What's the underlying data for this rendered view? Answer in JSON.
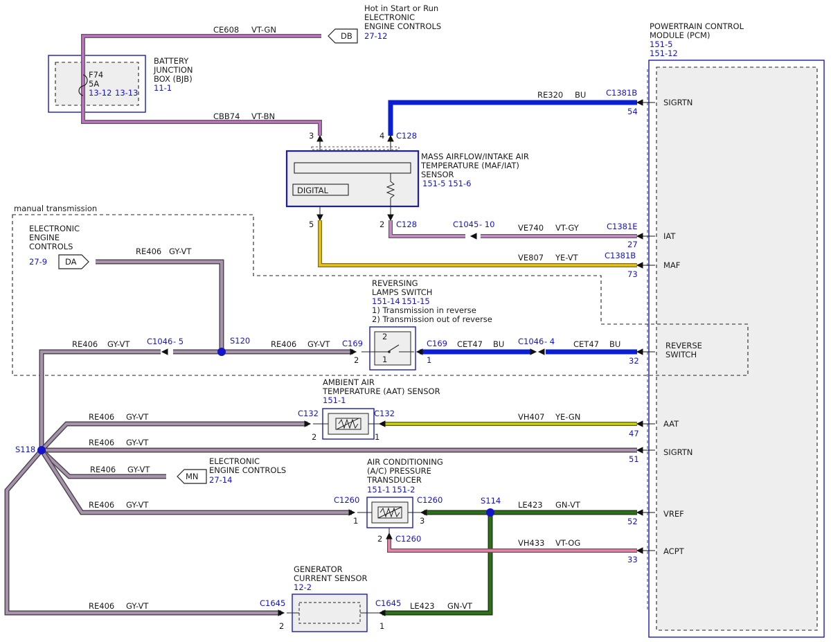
{
  "colors": {
    "label_blue": "#1414c8",
    "wire_VT-GN": "#c070c0",
    "wire_VT-BN": "#c070c0",
    "wire_BU": "#0a1fd4",
    "wire_VT-GY": "#c98cc9",
    "wire_YE-VT": "#e7c21a",
    "wire_GY-VT": "#8e7a96",
    "wire_YE-GN": "#c9d20a",
    "wire_GN-VT": "#2f6e1c",
    "wire_VT-OG": "#e884a8",
    "module_border": "#1b1bb5"
  },
  "top_note": {
    "line1": "Hot in Start or Run",
    "line2": "ELECTRONIC",
    "line3": "ENGINE CONTROLS",
    "ref": "27-12"
  },
  "pcm": {
    "line1": "POWERTRAIN CONTROL",
    "line2": "MODULE (PCM)",
    "ref1": "151-5",
    "ref2": "151-12",
    "pins": {
      "sigrtn1": "SIGRTN",
      "iat": "IAT",
      "maf": "MAF",
      "reverse1": "REVERSE",
      "reverse2": "SWITCH",
      "aat": "AAT",
      "sigrtn2": "SIGRTN",
      "vref": "VREF",
      "acpt": "ACPT"
    }
  },
  "bjb": {
    "line1": "BATTERY",
    "line2": "JUNCTION",
    "line3": "BOX (BJB)",
    "ref": "11-1",
    "fuse": "F74",
    "amps": "5A",
    "ref_a": "13-12",
    "ref_b": "13-13"
  },
  "maf": {
    "line1": "MASS AIRFLOW/INTAKE AIR",
    "line2": "TEMPERATURE (MAF/IAT)",
    "line3": "SENSOR",
    "ref_a": "151-5",
    "ref_b": "151-6",
    "digital": "DIGITAL",
    "pin3": "3",
    "pin4": "4",
    "pin5": "5",
    "pin2": "2",
    "c128_top": "C128",
    "c128_bottom": "C128"
  },
  "manual_transmission": "manual transmission",
  "eec_da": {
    "line1": "ELECTRONIC",
    "line2": "ENGINE",
    "line3": "CONTROLS",
    "ref": "27-9",
    "tag": "DA"
  },
  "db_tag": "DB",
  "mn_tag": "MN",
  "eec_mn": {
    "line1": "ELECTRONIC",
    "line2": "ENGINE CONTROLS",
    "ref": "27-14"
  },
  "reversing": {
    "line1": "REVERSING",
    "line2": "LAMPS SWITCH",
    "ref_a": "151-14",
    "ref_b": "151-15",
    "note1": "1) Transmission in reverse",
    "note2": "2) Transmission out of reverse",
    "sw1": "1",
    "sw2": "2"
  },
  "aat": {
    "line1": "AMBIENT AIR",
    "line2": "TEMPERATURE (AAT) SENSOR",
    "ref": "151-1"
  },
  "ac": {
    "line1": "AIR CONDITIONING",
    "line2": "(A/C) PRESSURE",
    "line3": "TRANSDUCER",
    "ref_a": "151-1",
    "ref_b": "151-2"
  },
  "generator": {
    "line1": "GENERATOR",
    "line2": "CURRENT SENSOR",
    "ref": "12-2"
  },
  "splices": {
    "s120": "S120",
    "s118": "S118",
    "s114": "S114"
  },
  "wires": {
    "ce608": {
      "circuit": "CE608",
      "color": "VT-GN"
    },
    "cbb74": {
      "circuit": "CBB74",
      "color": "VT-BN"
    },
    "re320": {
      "circuit": "RE320",
      "color": "BU"
    },
    "ve740": {
      "circuit": "VE740",
      "color": "VT-GY"
    },
    "ve807": {
      "circuit": "VE807",
      "color": "YE-VT"
    },
    "re406_da": {
      "circuit": "RE406",
      "color": "GY-VT"
    },
    "re406_left": {
      "circuit": "RE406",
      "color": "GY-VT"
    },
    "re406_mid": {
      "circuit": "RE406",
      "color": "GY-VT"
    },
    "cet47_a": {
      "circuit": "CET47",
      "color": "BU"
    },
    "cet47_b": {
      "circuit": "CET47",
      "color": "BU"
    },
    "re406_aat": {
      "circuit": "RE406",
      "color": "GY-VT"
    },
    "vh407": {
      "circuit": "VH407",
      "color": "YE-GN"
    },
    "re406_sig": {
      "circuit": "RE406",
      "color": "GY-VT"
    },
    "re406_mn": {
      "circuit": "RE406",
      "color": "GY-VT"
    },
    "re406_ac": {
      "circuit": "RE406",
      "color": "GY-VT"
    },
    "le423_a": {
      "circuit": "LE423",
      "color": "GN-VT"
    },
    "vh433": {
      "circuit": "VH433",
      "color": "VT-OG"
    },
    "re406_gen": {
      "circuit": "RE406",
      "color": "GY-VT"
    },
    "le423_b": {
      "circuit": "LE423",
      "color": "GN-VT"
    }
  },
  "connectors": {
    "c1381b_54": {
      "name": "C1381B",
      "pin": "54"
    },
    "c1381e_27": {
      "name": "C1381E",
      "pin": "27"
    },
    "c1381b_73": {
      "name": "C1381B",
      "pin": "73"
    },
    "c1045": {
      "name": "C1045",
      "pin": "- 10"
    },
    "c1046_5": {
      "name": "C1046",
      "pin": "- 5"
    },
    "c169_left": {
      "name": "C169",
      "pin": "2"
    },
    "c169_right": {
      "name": "C169",
      "pin": "1"
    },
    "c1046_4": {
      "name": "C1046",
      "pin": "- 4"
    },
    "pin32": "32",
    "c132_left": {
      "name": "C132",
      "pin": "2"
    },
    "c132_right": {
      "name": "C132",
      "pin": "1"
    },
    "pin47": "47",
    "pin51": "51",
    "c1260_left": {
      "name": "C1260",
      "pin": "1"
    },
    "c1260_right": {
      "name": "C1260",
      "pin": "3"
    },
    "c1260_bottom": {
      "name": "C1260",
      "pin": "2"
    },
    "pin52": "52",
    "pin33": "33",
    "c1645_left": {
      "name": "C1645",
      "pin": "2"
    },
    "c1645_right": {
      "name": "C1645",
      "pin": "1"
    }
  }
}
